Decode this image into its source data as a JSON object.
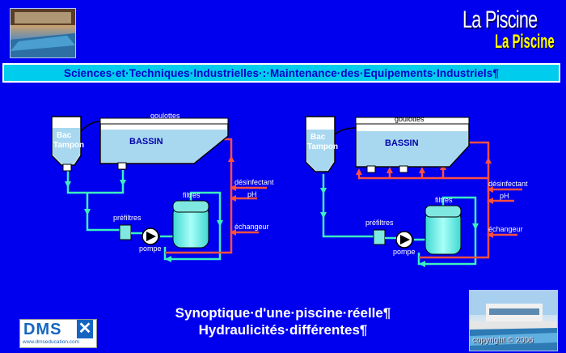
{
  "header": {
    "logo_line1": "La Piscine",
    "logo_line2": "La Piscine",
    "banner_text": "Sciences·et·Techniques·Industrielles·:·Maintenance·des·Equipements·Industriels¶"
  },
  "diagram_left": {
    "goulottes": "goulottes",
    "bac_line1": "Bac",
    "bac_line2": "Tampon",
    "bassin": "BASSIN",
    "filtres": "filtres",
    "prefiltres": "préfiltres",
    "pompe": "pompe",
    "desinfectant": "désinfectant",
    "ph": "pH",
    "echangeur": "échangeur"
  },
  "diagram_right": {
    "goulottes": "goulottes",
    "bac_line1": "Bac",
    "bac_line2": "Tampon",
    "bassin": "BASSIN",
    "filtres": "filtres",
    "prefiltres": "préfiltres",
    "pompe": "pompe",
    "desinfectant": "désinfectant",
    "ph": "pH",
    "echangeur": "échangeur"
  },
  "caption": {
    "line1": "Synoptique·d'une·piscine·réelle¶",
    "line2": "Hydraulicités·différentes¶"
  },
  "footer": {
    "logo_text": "DMS",
    "logo_url": "www.dmseducation.com",
    "copyright": "copyright © 2006"
  },
  "colors": {
    "background": "#0000ee",
    "water": "#a8d8f0",
    "pipe_return": "#3df0c0",
    "pipe_hot": "#ff5040",
    "filter": "#66e8e0"
  }
}
